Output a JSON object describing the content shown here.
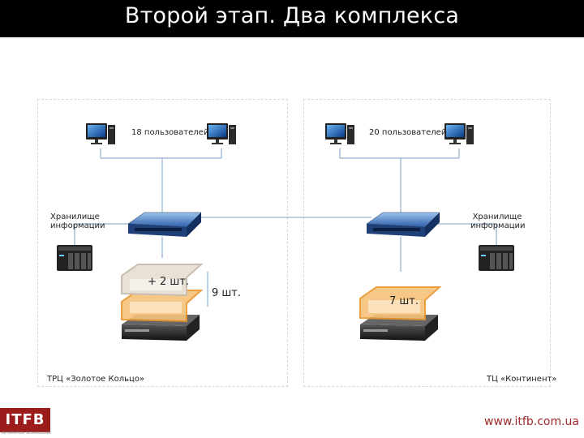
{
  "title": "Второй этап. Два комплекса",
  "left": {
    "users_label": "18 пользователей",
    "storage_label_line1": "Хранилище",
    "storage_label_line2": "информации",
    "servers_added": "+ 2 шт.",
    "servers_total": "9 шт.",
    "site_label": "ТРЦ «Золотое Кольцо»"
  },
  "right": {
    "users_label": "20 пользователей",
    "storage_label_line1": "Хранилище",
    "storage_label_line2": "информации",
    "servers_total": "7 шт.",
    "site_label": "ТЦ «Континент»"
  },
  "footer": {
    "logo_text": "ITFB",
    "logo_subtext": "INFORMATION TECHNOLOGIES",
    "website": "www.itfb.com.ua"
  },
  "colors": {
    "header_bg": "#000000",
    "logo_red": "#9c1c1c",
    "link_line": "#7a9cc8",
    "server_orange": "#f0a040"
  },
  "icons": [
    "computer-icon",
    "switch-icon",
    "nas-storage-icon",
    "server-rack-icon",
    "server-highlight-icon"
  ]
}
